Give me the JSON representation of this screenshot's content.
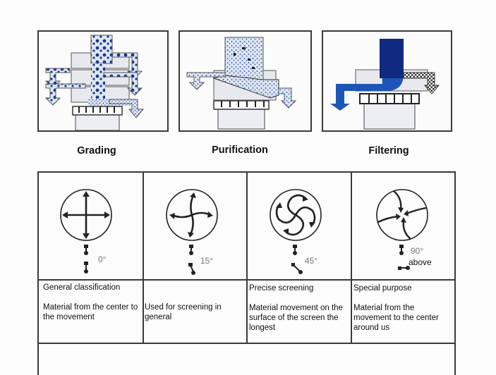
{
  "diagrams": [
    {
      "id": "grading",
      "caption": "Grading"
    },
    {
      "id": "purification",
      "caption": "Purification"
    },
    {
      "id": "filtering",
      "caption": "Filtering"
    }
  ],
  "motion_table": {
    "columns": [
      {
        "angle": "0°",
        "extra": "",
        "title": "General classification",
        "description": "Material from the center to the movement",
        "icon": "cross-arrows-icon"
      },
      {
        "angle": "15°",
        "extra": "",
        "title": "",
        "description": "Used for screening in general",
        "icon": "pinwheel-arrows-icon"
      },
      {
        "angle": "45°",
        "extra": "",
        "title": "Precise screening",
        "description": "Material movement on the surface of the screen the longest",
        "icon": "spiral-arrows-icon"
      },
      {
        "angle": "90°",
        "extra": "above",
        "title": "Special purpose",
        "description": "Material from the movement to the center around us",
        "icon": "inward-arrows-icon"
      }
    ]
  },
  "colors": {
    "border": "#3a3a3a",
    "particle_blue": "#1b3a8c",
    "filter_blue": "#1e56b8",
    "filter_dark": "#0f2a80",
    "machine_fill": "#e7e9ef"
  }
}
